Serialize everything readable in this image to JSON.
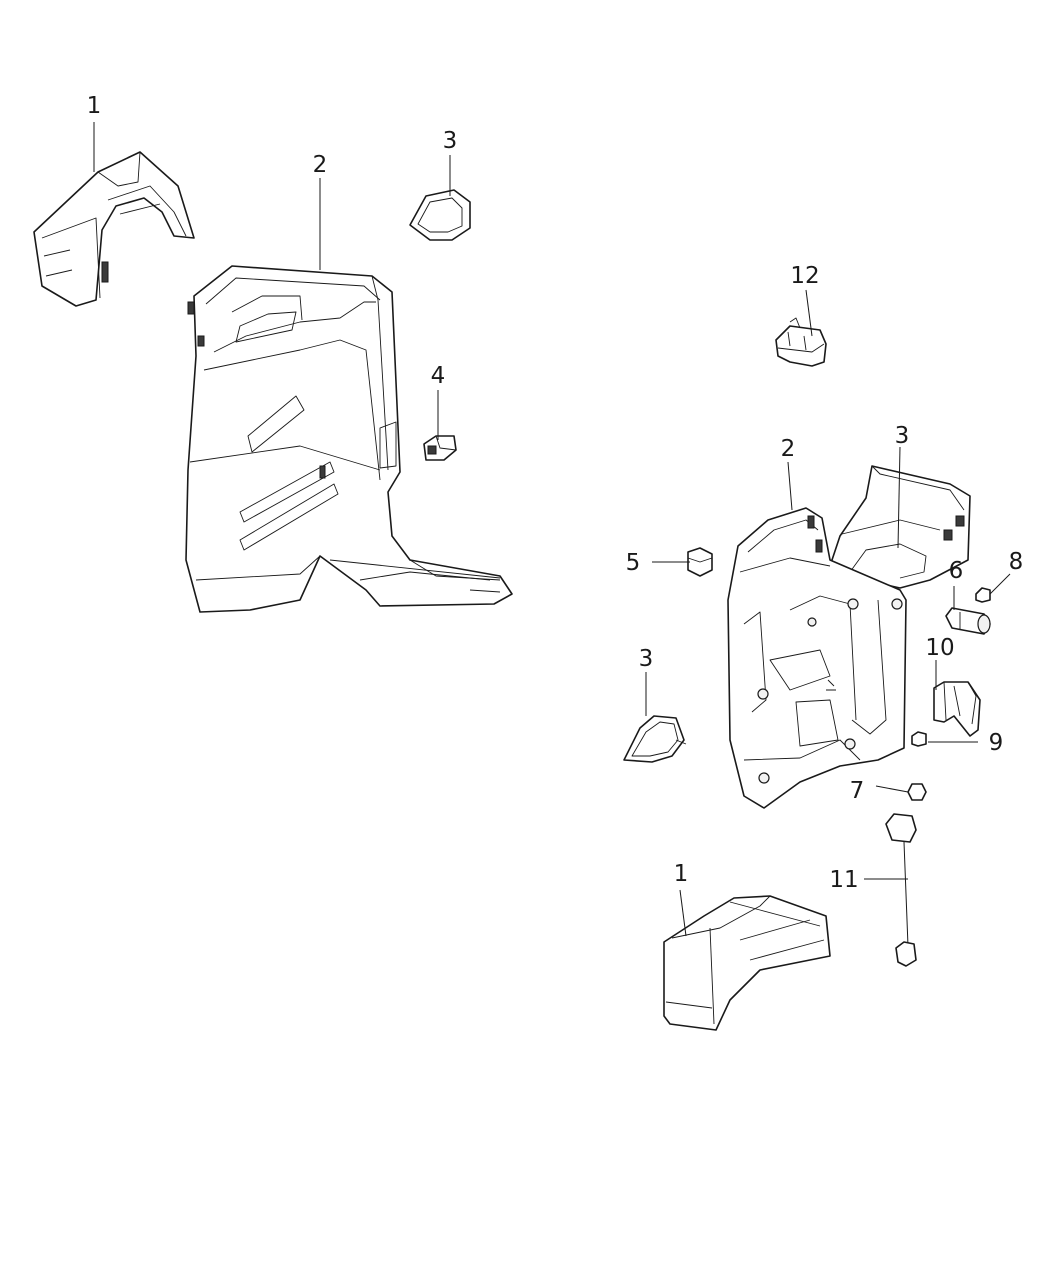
{
  "callouts": [
    {
      "id": "left-1",
      "label": "1"
    },
    {
      "id": "left-2",
      "label": "2"
    },
    {
      "id": "left-3",
      "label": "3"
    },
    {
      "id": "left-4",
      "label": "4"
    },
    {
      "id": "right-12",
      "label": "12"
    },
    {
      "id": "right-2",
      "label": "2"
    },
    {
      "id": "right-3-top",
      "label": "3"
    },
    {
      "id": "right-5",
      "label": "5"
    },
    {
      "id": "right-6",
      "label": "6"
    },
    {
      "id": "right-8",
      "label": "8"
    },
    {
      "id": "right-3-left",
      "label": "3"
    },
    {
      "id": "right-10",
      "label": "10"
    },
    {
      "id": "right-9",
      "label": "9"
    },
    {
      "id": "right-7",
      "label": "7"
    },
    {
      "id": "right-1",
      "label": "1"
    },
    {
      "id": "right-11",
      "label": "11"
    }
  ]
}
